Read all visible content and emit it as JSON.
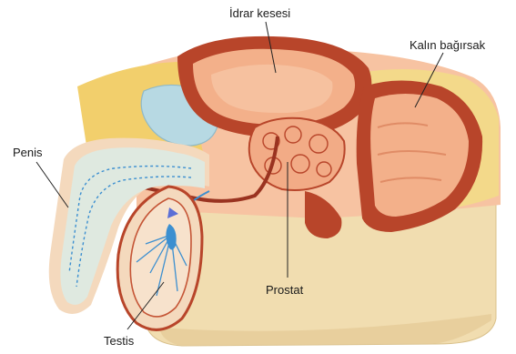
{
  "labels": {
    "bladder": "İdrar kesesi",
    "colon": "Kalın bağırsak",
    "penis": "Penis",
    "prostate": "Prostat",
    "testis": "Testis"
  },
  "colors": {
    "background": "#ffffff",
    "base": "#f1ddb0",
    "fat": "#f2cf6c",
    "muscle": "#b8452a",
    "muscle_dark": "#9a3320",
    "tissue": "#f2a57e",
    "tissue_light": "#f7c3a2",
    "skin": "#f4d9bd",
    "penis_body": "#dfe9e0",
    "vessel": "#3c8fd0",
    "bladder_lumen": "#f3b08a",
    "leader": "#222222",
    "text": "#1a1a1a"
  }
}
